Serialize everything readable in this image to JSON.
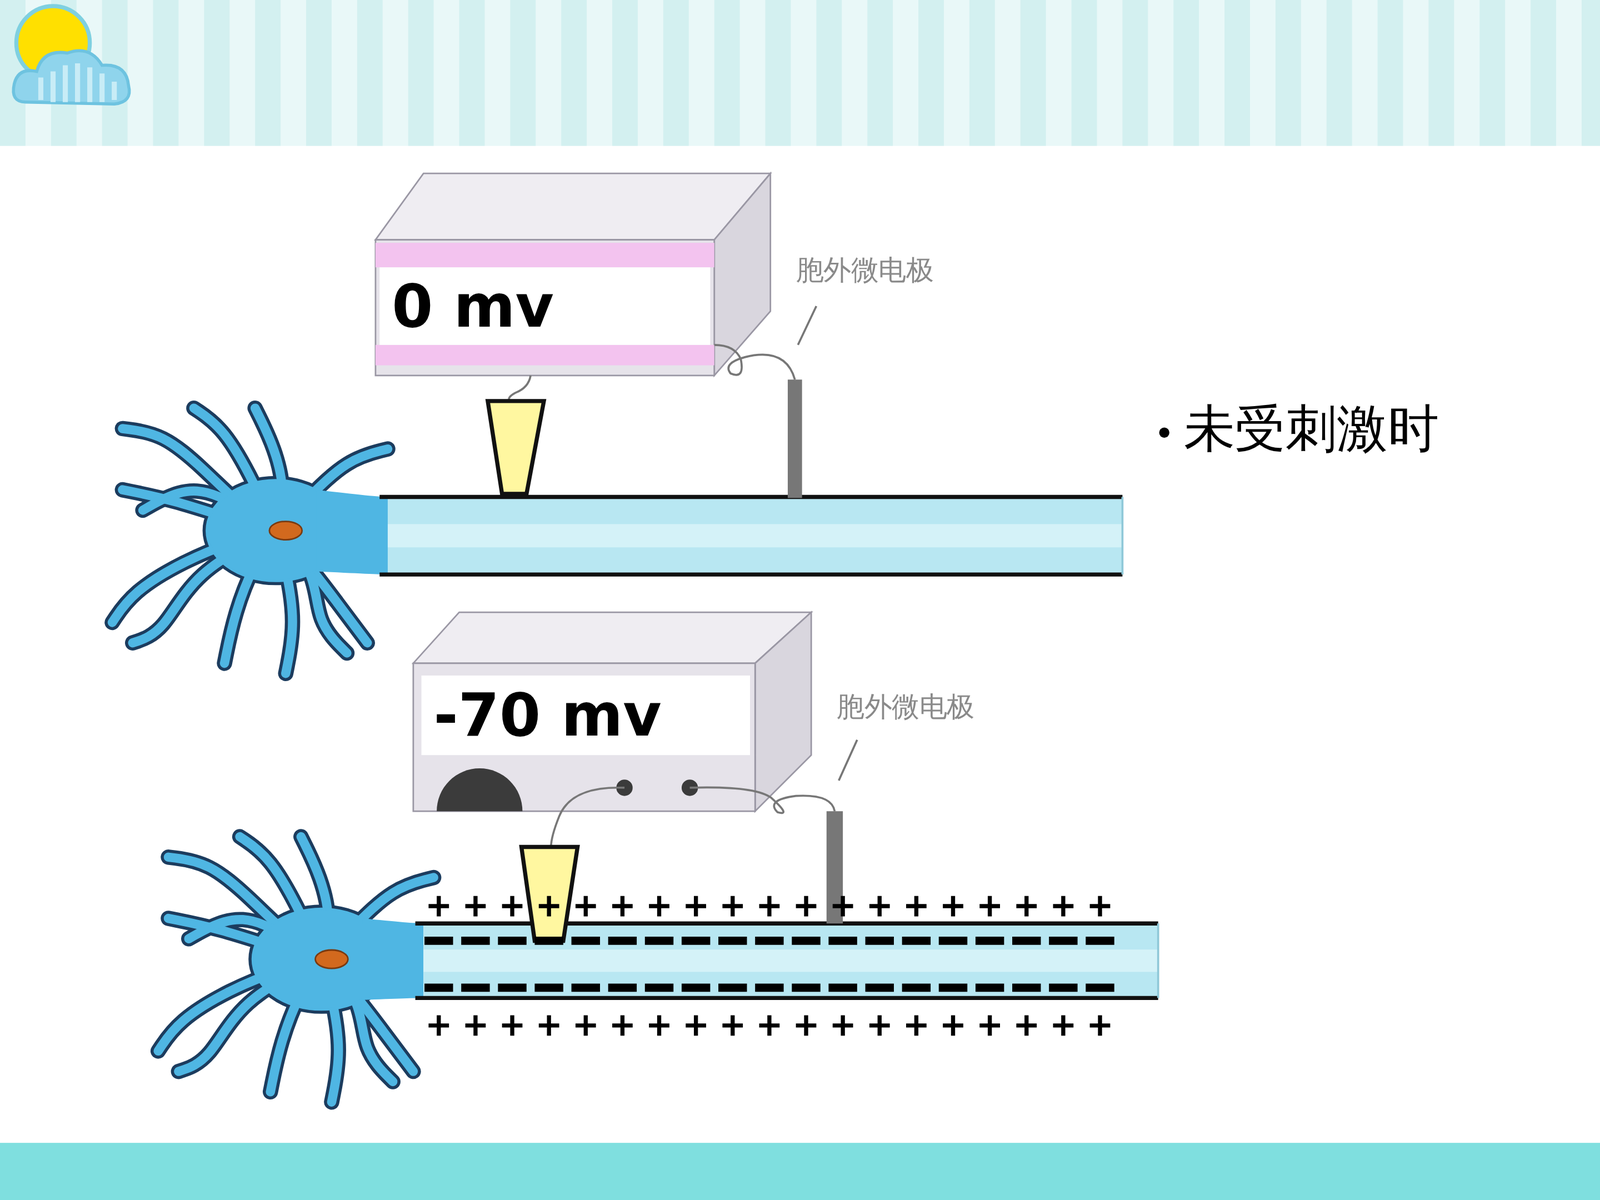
{
  "diagram": {
    "nodes": [
      {
        "text": [
          "0 mv"
        ]
      },
      {
        "text": [
          "-70 mv"
        ]
      }
    ],
    "labels": [
      "胞外微电极",
      "胞外微电极",
      "未受刺激时"
    ]
  }
}
